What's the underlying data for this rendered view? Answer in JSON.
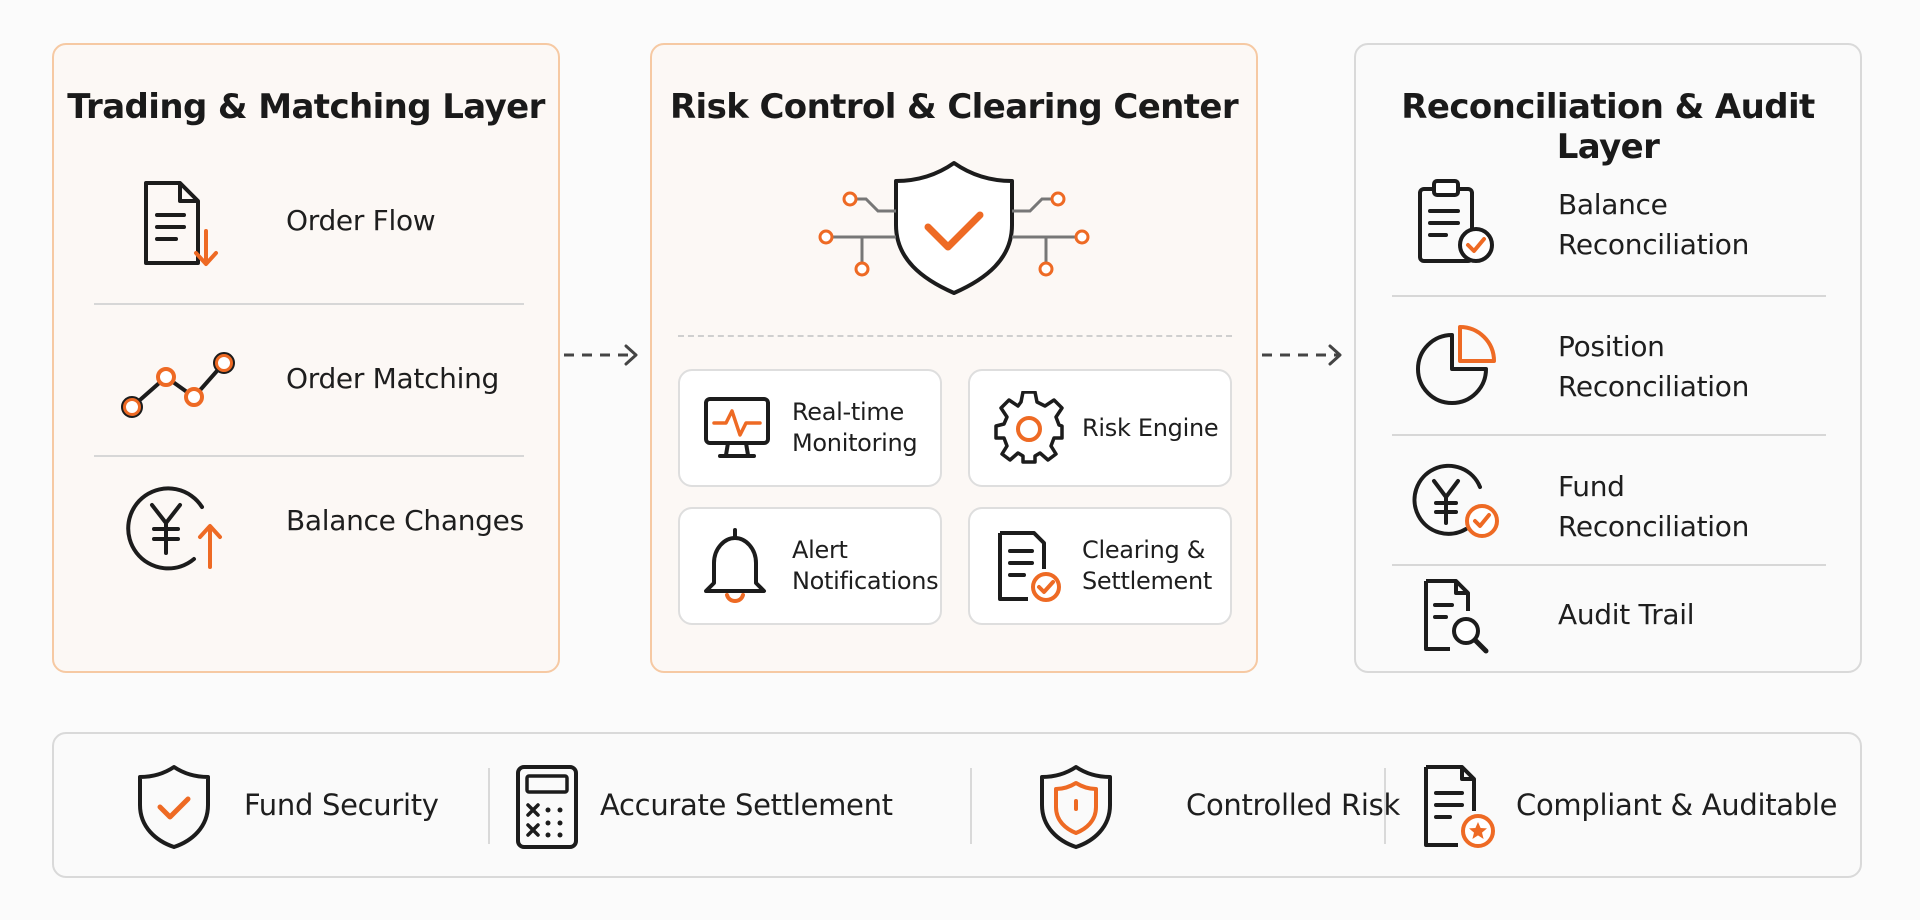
{
  "colors": {
    "accent": "#ee6a24",
    "ink": "#1c1c1c",
    "orange_border": "#f6c9a3",
    "grey_border": "#d9d9d9"
  },
  "trading": {
    "title": "Trading & Matching Layer",
    "items": [
      {
        "label": "Order Flow",
        "icon": "order-document-icon"
      },
      {
        "label": "Order Matching",
        "icon": "matching-line-icon"
      },
      {
        "label": "Balance Changes",
        "icon": "yen-up-icon"
      }
    ]
  },
  "risk": {
    "title": "Risk Control & Clearing Center",
    "hero_icon": "shield-check-circuit-icon",
    "cards": [
      {
        "label_line1": "Real-time",
        "label_line2": "Monitoring",
        "icon": "monitor-pulse-icon"
      },
      {
        "label_line1": "Risk Engine",
        "label_line2": "",
        "icon": "gear-icon"
      },
      {
        "label_line1": "Alert",
        "label_line2": "Notifications",
        "icon": "bell-icon"
      },
      {
        "label_line1": "Clearing &",
        "label_line2": "Settlement",
        "icon": "document-check-icon"
      }
    ]
  },
  "recon": {
    "title": "Reconciliation & Audit Layer",
    "items": [
      {
        "label_line1": "Balance",
        "label_line2": "Reconciliation",
        "icon": "clipboard-check-icon"
      },
      {
        "label_line1": "Position",
        "label_line2": "Reconciliation",
        "icon": "pie-chart-icon"
      },
      {
        "label_line1": "Fund",
        "label_line2": "Reconciliation",
        "icon": "yen-check-icon"
      },
      {
        "label_line1": "Audit Trail",
        "label_line2": "",
        "icon": "document-search-icon"
      }
    ]
  },
  "benefits": [
    {
      "label": "Fund Security",
      "icon": "shield-check-icon"
    },
    {
      "label": "Accurate Settlement",
      "icon": "calculator-icon"
    },
    {
      "label": "Controlled Risk",
      "icon": "shield-icon"
    },
    {
      "label": "Compliant & Auditable",
      "icon": "document-star-icon"
    }
  ]
}
